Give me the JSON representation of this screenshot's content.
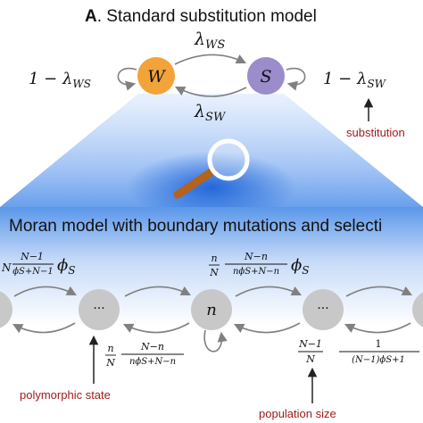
{
  "panel_a": {
    "letter": "A",
    "title": ". Standard substitution model",
    "node_w": "W",
    "node_s": "S",
    "rate_ws_top": "λ",
    "rate_ws_top_sub": "WS",
    "rate_sw_bottom": "λ",
    "rate_sw_bottom_sub": "SW",
    "self_w_prefix": "1 − λ",
    "self_w_sub": "WS",
    "self_s_prefix": "1 − λ",
    "self_s_sub": "SW",
    "substitution_label": "substitution"
  },
  "panel_b": {
    "title": "Moran model with boundary mutations and selecti",
    "node_dots_1": "···",
    "node_n": "n",
    "node_dots_2": "···",
    "top_left_frac_left": "N",
    "top_left_frac_num": "N−1",
    "top_left_frac_den": "ϕS+N−1",
    "top_left_phi": "ϕ",
    "top_left_phi_sub": "S",
    "top_mid_n": "n",
    "top_mid_N": "N",
    "top_mid_num": "N−n",
    "top_mid_den": "nϕS+N−n",
    "top_mid_phi": "ϕ",
    "top_mid_phi_sub": "S",
    "bottom_mid_n": "n",
    "bottom_mid_N": "N",
    "bottom_mid_num": "N−n",
    "bottom_mid_den": "nϕS+N−n",
    "bottom_right_num1": "N−1",
    "bottom_right_den1": "N",
    "bottom_right_num2": "1",
    "bottom_right_den2": "(N−1)ϕS+1",
    "polymorphic_label": "polymorphic state",
    "population_label": "population size"
  },
  "colors": {
    "w_node": "#F2A33A",
    "s_node": "#9B8CCB",
    "gray_node": "#C8C8C8",
    "accent_red": "#A01C1C",
    "beam_blue": "#3B7FE0",
    "magnifier_handle": "#B4631E"
  }
}
